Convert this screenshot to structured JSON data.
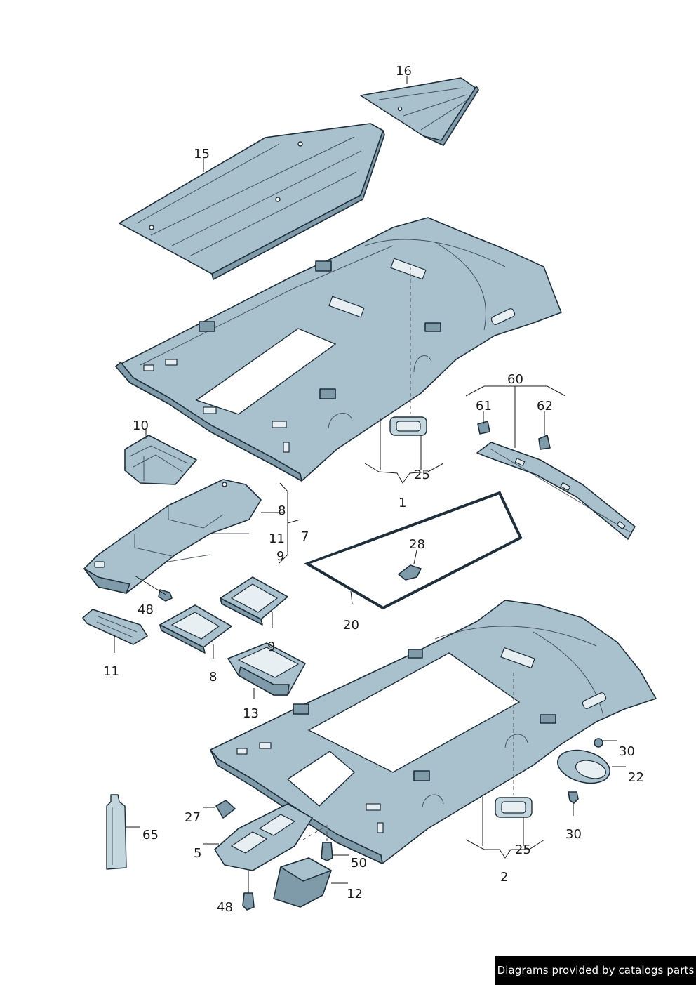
{
  "diagram": {
    "callouts": {
      "c16": "16",
      "c15": "15",
      "c60": "60",
      "c61": "61",
      "c62": "62",
      "c10": "10",
      "c25a": "25",
      "c8a": "8",
      "c1": "1",
      "c11a": "11",
      "c7": "7",
      "c9a": "9",
      "c28": "28",
      "c48a": "48",
      "c20": "20",
      "c9b": "9",
      "c11b": "11",
      "c8b": "8",
      "c13": "13",
      "c30a": "30",
      "c22": "22",
      "c30b": "30",
      "c27": "27",
      "c65": "65",
      "c5": "5",
      "c50": "50",
      "c25b": "25",
      "c2": "2",
      "c12": "12",
      "c48b": "48"
    }
  },
  "watermark": "Diagrams provided by catalogs parts"
}
